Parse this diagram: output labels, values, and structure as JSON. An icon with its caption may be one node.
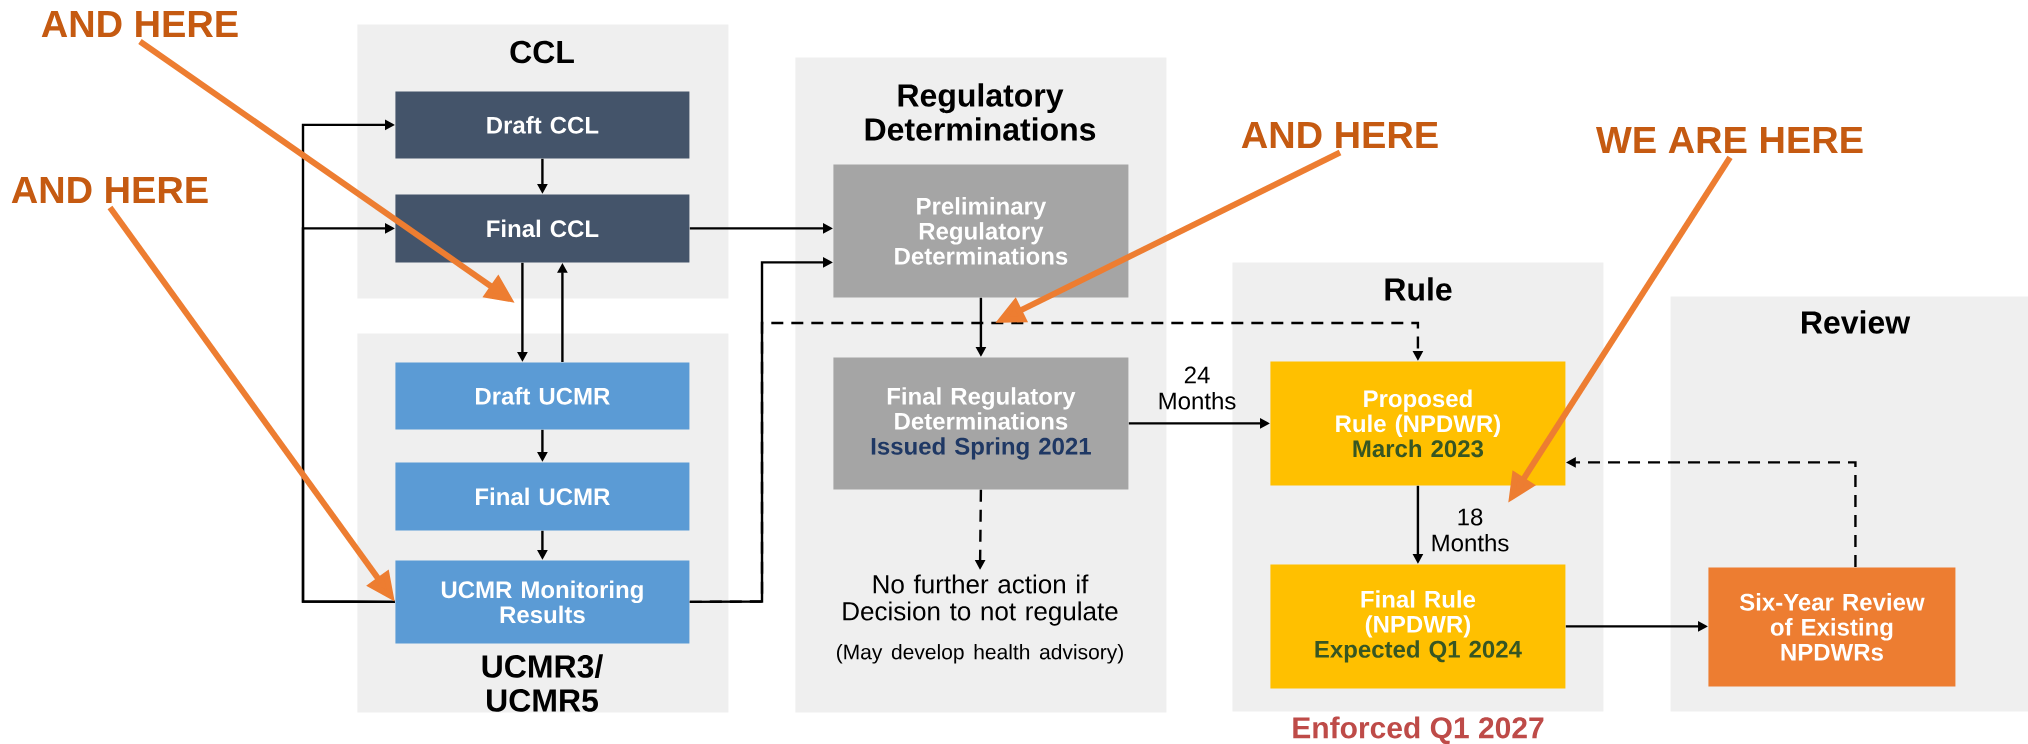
{
  "diagram": {
    "nodes": [
      {
        "text": [
          "CCL"
        ]
      },
      {
        "text": [
          "Draft CCL"
        ],
        "in": 0
      },
      {
        "text": [
          "Final CCL"
        ],
        "in": 0
      },
      {
        "text": [
          "UCMR3/ UCMR5"
        ]
      },
      {
        "text": [
          "Draft UCMR"
        ],
        "in": 3
      },
      {
        "text": [
          "Final UCMR"
        ],
        "in": 3
      },
      {
        "text": [
          "UCMR Monitoring Results"
        ],
        "in": 3
      },
      {
        "text": [
          "Regulatory Determinations"
        ]
      },
      {
        "text": [
          "Preliminary Regulatory Determinations"
        ],
        "in": 7
      },
      {
        "text": [
          "Final Regulatory Determinations",
          "Issued Spring 2021"
        ],
        "in": 7
      },
      {
        "text": [
          "No further action if Decision to not regulate",
          "(May develop health advisory)"
        ],
        "in": 7
      },
      {
        "text": [
          "Rule"
        ],
        "beside": [
          "Enforced Q1 2027"
        ]
      },
      {
        "text": [
          "Proposed Rule (NPDWR)",
          "March 2023"
        ],
        "in": 11
      },
      {
        "text": [
          "Final Rule (NPDWR)",
          "Expected Q1 2024"
        ],
        "in": 11
      },
      {
        "text": [
          "Review"
        ]
      },
      {
        "text": [
          "Six-Year Review of Existing NPDWRs"
        ],
        "in": 14
      },
      {
        "text": [
          "AND HERE"
        ]
      },
      {
        "text": [
          "AND HERE"
        ]
      },
      {
        "text": [
          "AND HERE"
        ]
      },
      {
        "text": [
          "WE ARE HERE"
        ]
      }
    ],
    "edges": [
      {
        "from": 1,
        "to": 2,
        "arrow": "to"
      },
      {
        "from": 2,
        "to": 4,
        "arrow": "to"
      },
      {
        "from": 4,
        "to": 2,
        "arrow": "to"
      },
      {
        "from": 4,
        "to": 5,
        "arrow": "to"
      },
      {
        "from": 5,
        "to": 6,
        "arrow": "to"
      },
      {
        "from": 6,
        "to": 1,
        "arrow": "to"
      },
      {
        "from": 6,
        "to": 2,
        "arrow": "to"
      },
      {
        "from": 2,
        "to": 8,
        "arrow": "to"
      },
      {
        "from": 6,
        "to": 8,
        "arrow": "to"
      },
      {
        "from": 6,
        "to": 12,
        "arrow": "to",
        "style": "dashed"
      },
      {
        "from": 8,
        "to": 9,
        "arrow": "to"
      },
      {
        "from": 9,
        "to": 10,
        "arrow": "to",
        "style": "dashed"
      },
      {
        "from": 9,
        "to": 12,
        "arrow": "to",
        "label": "24 Months"
      },
      {
        "from": 12,
        "to": 13,
        "arrow": "to",
        "label": "18 Months"
      },
      {
        "from": 13,
        "to": 15,
        "arrow": "to"
      },
      {
        "from": 15,
        "to": 12,
        "arrow": "to",
        "style": "dashed"
      },
      {
        "from": 16,
        "to": 0,
        "arrow": "to",
        "style": "thick",
        "color": "#ed7d31"
      },
      {
        "from": 17,
        "to": 6,
        "arrow": "to",
        "style": "thick",
        "color": "#ed7d31"
      },
      {
        "from": 18,
        "to": 8,
        "arrow": "to",
        "style": "thick",
        "color": "#ed7d31"
      },
      {
        "from": 19,
        "to": 12,
        "arrow": "to",
        "style": "thick",
        "color": "#ed7d31"
      }
    ]
  }
}
